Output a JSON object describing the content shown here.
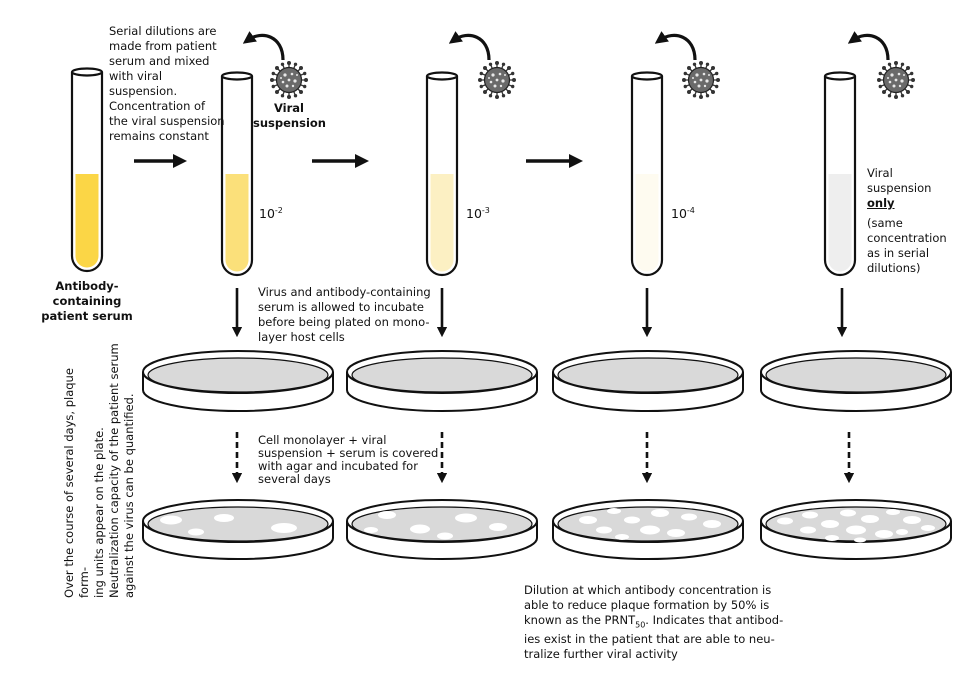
{
  "labels": {
    "serial_dilutions": [
      "Serial dilutions are",
      "made from patient",
      "serum and mixed",
      "with viral",
      "suspension.",
      "Concentration of",
      "the viral suspension",
      "remains constant"
    ],
    "viral_suspension": [
      "Viral",
      "suspension"
    ],
    "patient_serum": [
      "Antibody-containing",
      "patient serum"
    ],
    "dilution_1_base": "10",
    "dilution_1_exp": "-2",
    "dilution_2_base": "10",
    "dilution_2_exp": "-3",
    "dilution_3_base": "10",
    "dilution_3_exp": "-4",
    "control_line1": "Viral",
    "control_line2": "suspension",
    "control_only": "only",
    "control_paren": [
      "(same",
      "concentration",
      "as in serial",
      "dilutions)"
    ],
    "incubate": [
      "Virus and antibody-containing",
      "serum is allowed to incubate",
      "before being plated on mono-",
      "layer host cells"
    ],
    "agar": [
      "Cell monolayer + viral",
      "suspension + serum is covered",
      "with agar and incubated for",
      "several days"
    ],
    "side_note": [
      "Over the course of several days, plaque form-",
      "ing units appear on the plate.",
      "Neutralization capacity of the patient serum",
      "against the virus can be quantified."
    ],
    "prnt": [
      "Dilution at which antibody concentration is",
      "able to reduce plaque formation by 50% is",
      "known as the PRNT",
      "50",
      ". Indicates that antibod-",
      "ies exist in the patient that are able to neu-",
      "tralize further viral activity"
    ]
  },
  "colors": {
    "serum": "#fbd646",
    "dil1": "#fbe07a",
    "dil2": "#fcf0c3",
    "dil3": "#fefbf0",
    "control": "#eeeeee",
    "dish": "#d9d9d9",
    "plaque": "#ffffff",
    "outline": "#111111",
    "virus": "#555555"
  },
  "icons": [
    "virus-icon",
    "curved-arrow-icon",
    "right-arrow-icon",
    "down-arrow-icon",
    "dashed-down-arrow-icon"
  ]
}
